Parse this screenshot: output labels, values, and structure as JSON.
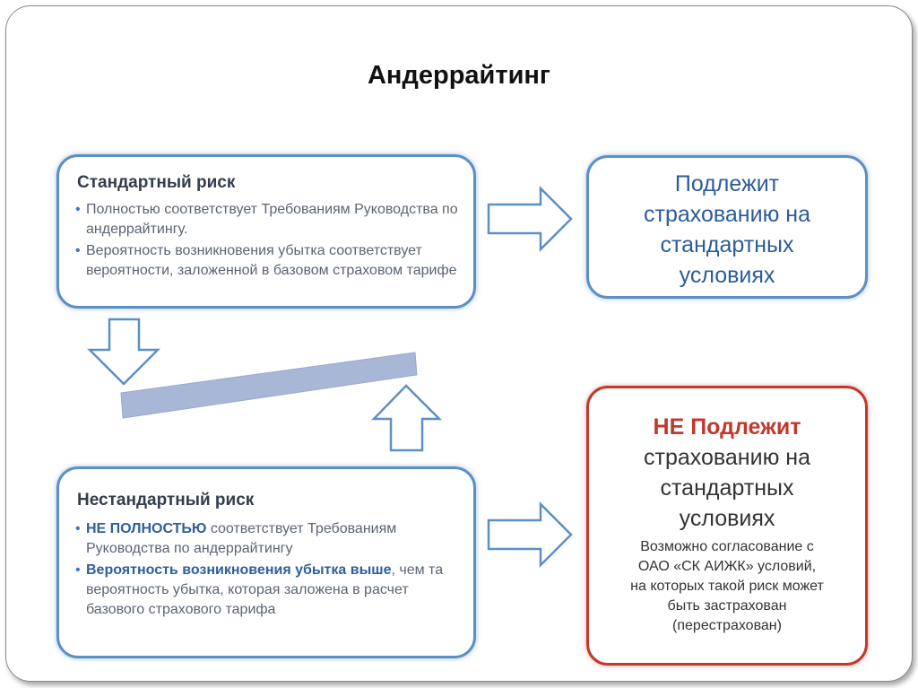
{
  "title": "Андеррайтинг",
  "standard": {
    "heading": "Стандартный риск",
    "bullet1": "Полностью соответствует Требованиям Руководства по андеррайтингу.",
    "bullet2": "Вероятность возникновения убытка соответствует вероятности, заложенной в базовом страховом тарифе"
  },
  "nonstandard": {
    "heading": "Нестандартный риск",
    "bullet1_emph": "НЕ ПОЛНОСТЬЮ",
    "bullet1_rest": " соответствует Требованиям Руководства по андеррайтингу",
    "bullet2_emph": "Вероятность возникновения убытка выше",
    "bullet2_rest": ", чем та вероятность убытка, которая заложена в расчет базового страхового тарифа"
  },
  "result_standard": {
    "line1": "Подлежит",
    "line2": "страхованию на",
    "line3": "стандартных",
    "line4": "условиях"
  },
  "result_nonstandard": {
    "line1": "НЕ Подлежит",
    "line2": "страхованию на",
    "line3": "стандартных",
    "line4": "условиях",
    "note1": "Возможно согласование с",
    "note2": "ОАО «СК АИЖК» условий,",
    "note3": "на которых такой риск может",
    "note4": "быть застрахован",
    "note5": "(перестрахован)"
  },
  "colors": {
    "box_border": "#5b8fc7",
    "red_border": "#c0392b",
    "balance_bar": "#a9b7d6"
  }
}
